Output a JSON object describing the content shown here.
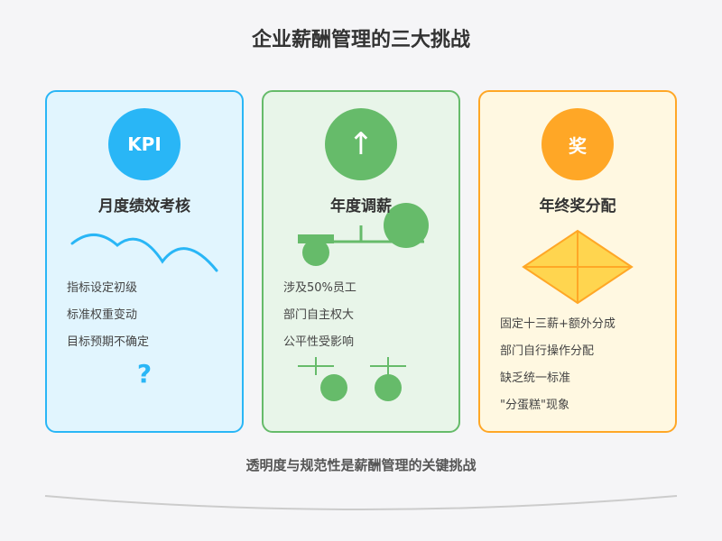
{
  "title": "企业薪酬管理的三大挑战",
  "cards": [
    {
      "icon_text": "KPI",
      "icon_name": "kpi-icon",
      "title": "月度绩效考核",
      "bullet_icon": "",
      "bullets": [
        "指标设定初级",
        "标准权重变动",
        "目标预期不确定"
      ],
      "extra_mark": "?",
      "color": "#29b6f6",
      "bg": "#e1f5fe"
    },
    {
      "icon_text": "↑",
      "icon_name": "up-arrow-icon",
      "title": "年度调薪",
      "bullet_icon": "",
      "bullets": [
        "涉及50%员工",
        "部门自主权大",
        "公平性受影响"
      ],
      "color": "#66bb6a",
      "bg": "#e8f5e9"
    },
    {
      "icon_text": "奖",
      "icon_name": "bonus-icon",
      "title": "年终奖分配",
      "bullet_icon": "",
      "bullets": [
        "固定十三薪+额外分成",
        "部门自行操作分配",
        "缺乏统一标准",
        "\"分蛋糕\"现象"
      ],
      "color": "#ffa726",
      "bg": "#fff8e1"
    }
  ],
  "footer": "透明度与规范性是薪酬管理的关键挑战"
}
